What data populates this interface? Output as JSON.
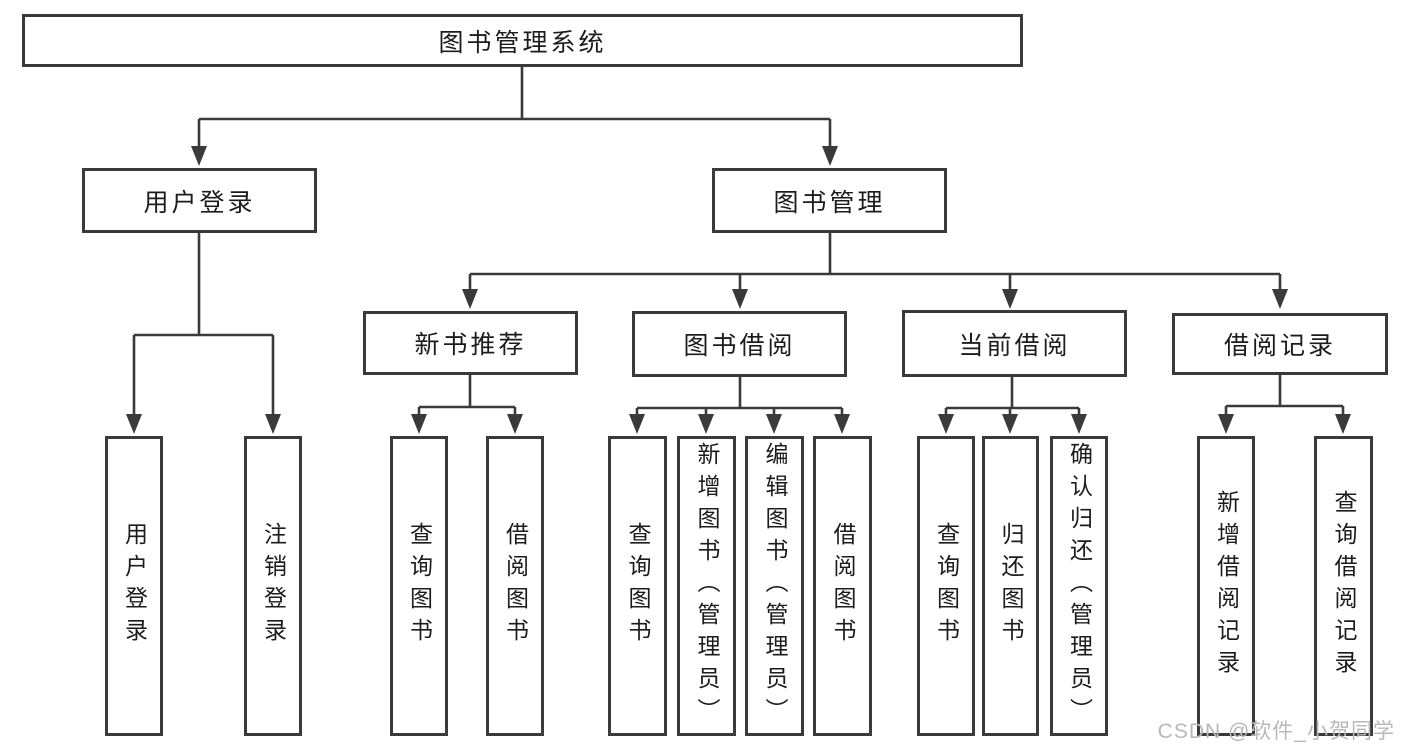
{
  "diagram": {
    "root": {
      "label": "图书管理系统"
    },
    "level1": [
      {
        "label": "用户登录",
        "children": [
          {
            "label": "用户登录"
          },
          {
            "label": "注销登录"
          }
        ]
      },
      {
        "label": "图书管理",
        "children": [
          {
            "label": "新书推荐",
            "children": [
              {
                "label": "查询图书"
              },
              {
                "label": "借阅图书"
              }
            ]
          },
          {
            "label": "图书借阅",
            "children": [
              {
                "label": "查询图书"
              },
              {
                "label": "新增图书（管理员）"
              },
              {
                "label": "编辑图书（管理员）"
              },
              {
                "label": "借阅图书"
              }
            ]
          },
          {
            "label": "当前借阅",
            "children": [
              {
                "label": "查询图书"
              },
              {
                "label": "归还图书"
              },
              {
                "label": "确认归还（管理员）"
              }
            ]
          },
          {
            "label": "借阅记录",
            "children": [
              {
                "label": "新增借阅记录"
              },
              {
                "label": "查询借阅记录"
              }
            ]
          }
        ]
      }
    ]
  },
  "watermark": {
    "text": "CSDN @软件_小贺同学"
  },
  "colors": {
    "line": "#3a3a3a",
    "text": "#1c1c1c",
    "watermark": "#b8b8b8",
    "background": "#ffffff"
  }
}
